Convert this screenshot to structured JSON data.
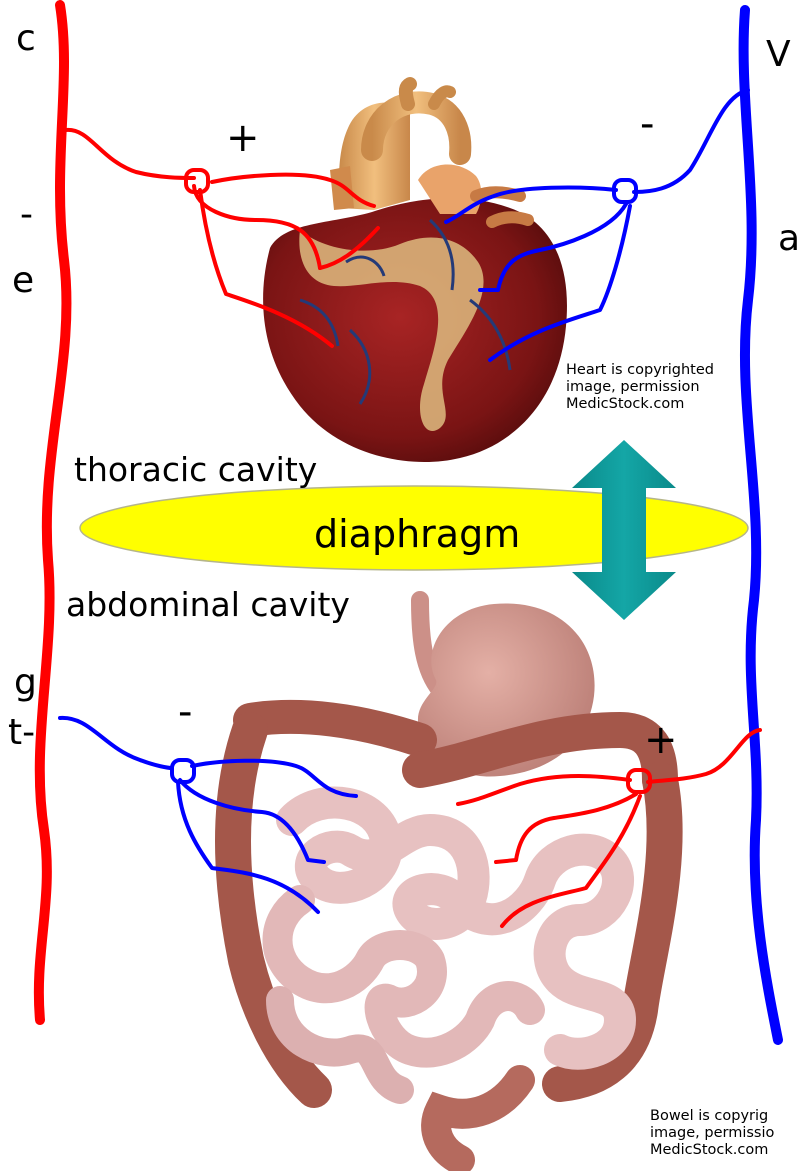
{
  "labels": {
    "thoracic": "thoracic cavity",
    "abdominal": "abdominal cavity",
    "diaphragm": "diaphragm"
  },
  "signs": {
    "heart_left": "+",
    "heart_right": "-",
    "bowel_left": "-",
    "bowel_right": "+"
  },
  "cut_text": {
    "left_1": "c",
    "left_2": "-",
    "left_3": "e",
    "left_4": "g",
    "left_5": "t-",
    "right_1": "V",
    "right_2": "a"
  },
  "credits": {
    "heart": [
      "Heart is copyrighted",
      "image, permission",
      "MedicStock.com"
    ],
    "bowel": [
      "Bowel is copyrig",
      "image, permissio",
      "MedicStock.com"
    ]
  },
  "colors": {
    "artery": "#ff0000",
    "vein": "#0000ff",
    "diaphragm_fill": "#ffff00",
    "arrow": "#009999",
    "heart_muscle": "#8b1a1a",
    "bowel": "#c98a82"
  },
  "icons": {
    "heart": "heart-illustration",
    "bowel": "stomach-and-intestines-illustration",
    "arrow": "double-headed-vertical-arrow"
  }
}
